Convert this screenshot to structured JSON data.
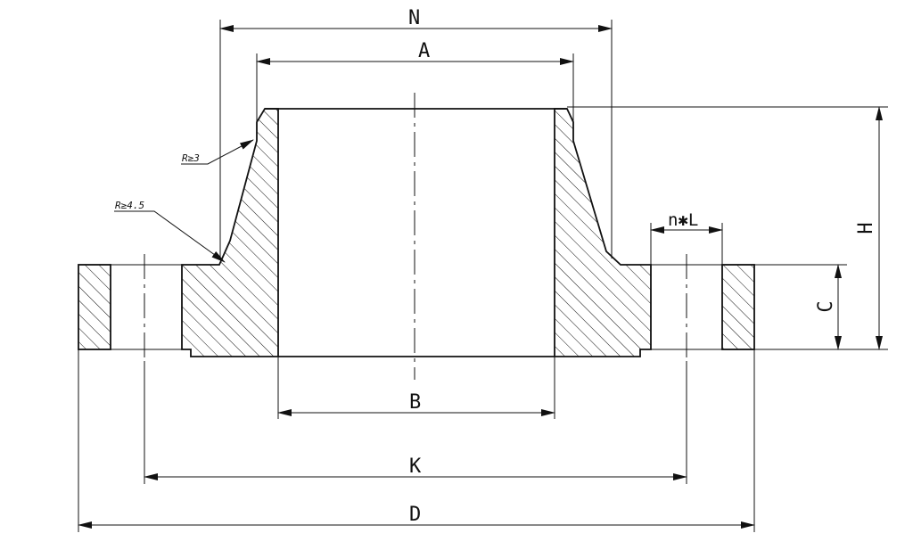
{
  "labels": {
    "N": "N",
    "A": "A",
    "B": "B",
    "K": "K",
    "D": "D",
    "H": "H",
    "C": "C",
    "nL": "n✱L",
    "R3": "R≥3",
    "R45": "R≥4.5"
  },
  "colors": {
    "line": "#111111",
    "background": "#ffffff"
  }
}
